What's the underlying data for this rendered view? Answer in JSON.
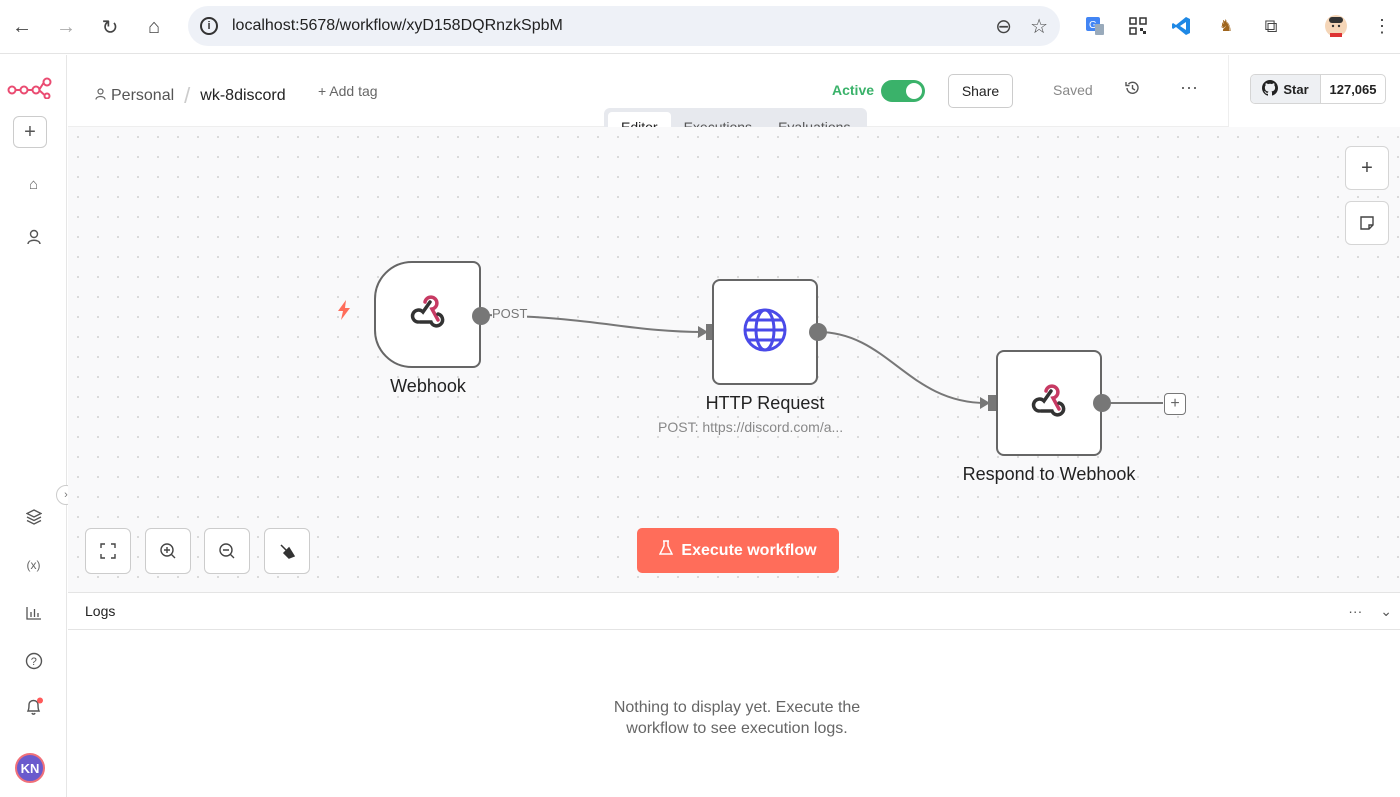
{
  "browser": {
    "url": "localhost:5678/workflow/xyD158DQRnzkSpbM"
  },
  "header": {
    "breadcrumb_personal": "Personal",
    "workflow_name": "wk-8discord",
    "add_tag": "+ Add tag",
    "active_label": "Active",
    "active": true,
    "share": "Share",
    "saved": "Saved",
    "tabs": [
      {
        "label": "Editor",
        "active": true
      },
      {
        "label": "Executions",
        "active": false
      },
      {
        "label": "Evaluations",
        "active": false
      }
    ],
    "github_star": "Star",
    "github_count": "127,065"
  },
  "canvas": {
    "nodes": [
      {
        "name": "Webhook",
        "icon": "webhook-icon"
      },
      {
        "name": "HTTP Request",
        "subtitle": "POST: https://discord.com/a...",
        "icon": "globe-icon"
      },
      {
        "name": "Respond to Webhook",
        "icon": "webhook-icon"
      }
    ],
    "connection_label": "POST",
    "execute_button": "Execute workflow"
  },
  "logs": {
    "title": "Logs",
    "empty_line1": "Nothing to display yet. Execute the",
    "empty_line2": "workflow to see execution logs."
  },
  "user": {
    "initials": "KN"
  },
  "colors": {
    "accent": "#ff6d5a",
    "active_green": "#3ab26a",
    "globe_blue": "#4a4ae8"
  }
}
